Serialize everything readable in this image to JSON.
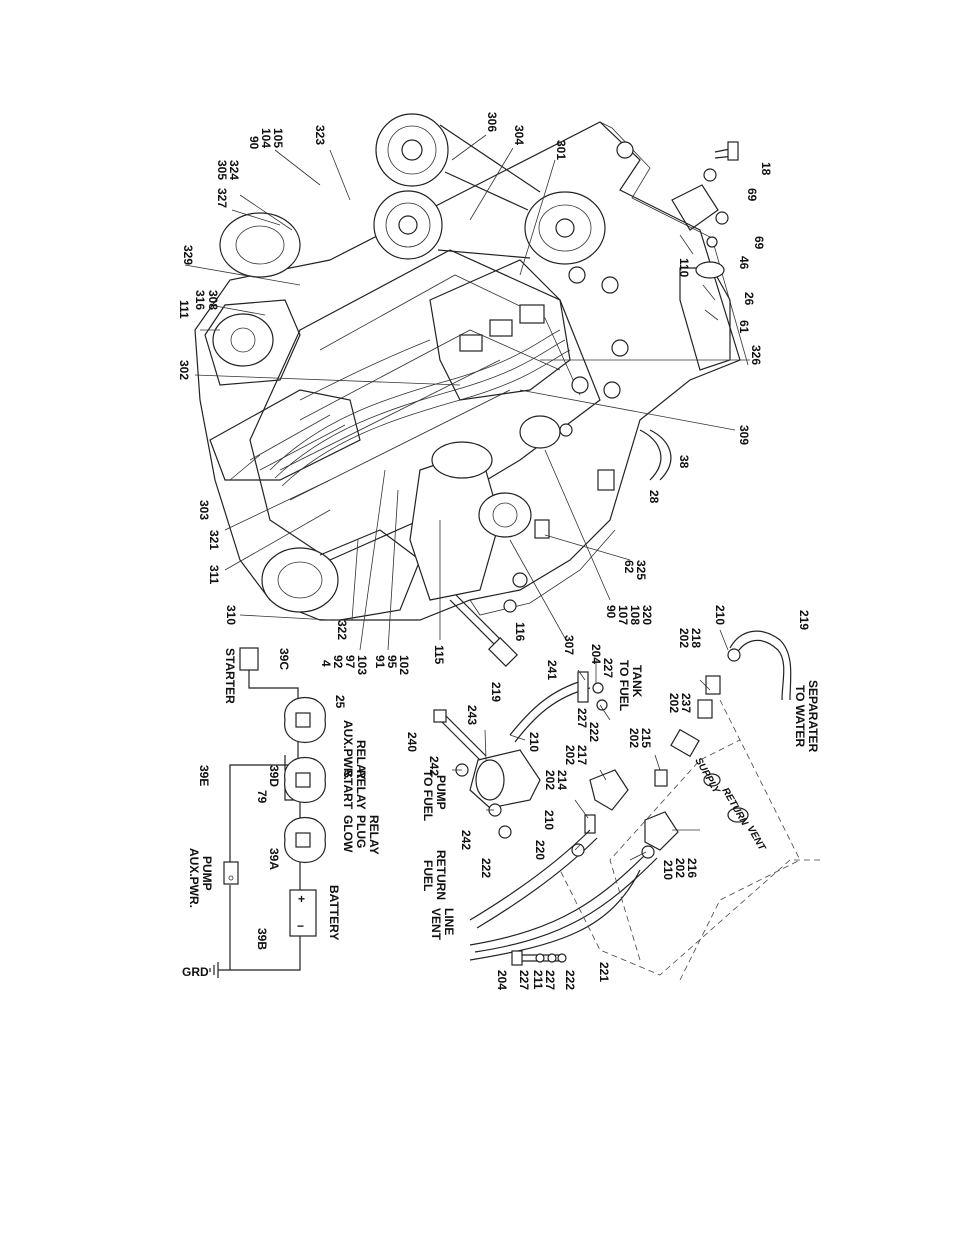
{
  "engine_callouts": {
    "c306": "306",
    "c304": "304",
    "c301": "301",
    "c90a": "90",
    "c104": "104",
    "c105": "105",
    "c323": "323",
    "c305": "305",
    "c324": "324",
    "c327": "327",
    "c18": "18",
    "c69a": "69",
    "c69b": "69",
    "c46": "46",
    "c110": "110",
    "c26": "26",
    "c61": "61",
    "c329": "329",
    "c111": "111",
    "c316": "316",
    "c308": "308",
    "c302": "302",
    "c326": "326",
    "c309": "309",
    "c38": "38",
    "c28": "28",
    "c62": "62",
    "c325": "325",
    "c303": "303",
    "c321": "321",
    "c311": "311",
    "c310": "310",
    "c322": "322",
    "c4": "4",
    "c92": "92",
    "c97": "97",
    "c103": "103",
    "c91": "91",
    "c95": "95",
    "c102": "102",
    "c115": "115",
    "c116": "116",
    "c307": "307",
    "c90b": "90",
    "c107": "107",
    "c108": "108",
    "c320": "320"
  },
  "fuel_callouts": {
    "c241": "241",
    "c204a": "204",
    "c227a": "227",
    "c219a": "219",
    "c243": "243",
    "c240": "240",
    "c210a": "210",
    "c227b": "227",
    "c222a": "222",
    "c202a": "202",
    "c237": "237",
    "c202b": "202",
    "c218": "218",
    "c210b": "210",
    "c219b": "219",
    "c242a": "242",
    "c202c": "202",
    "c217": "217",
    "c202d": "202",
    "c215": "215",
    "c202e": "202",
    "c214": "214",
    "c210c": "210",
    "c242b": "242",
    "c222b": "222",
    "c220": "220",
    "c210d": "210",
    "c202f": "202",
    "c216": "216",
    "c204b": "204",
    "c227c": "227",
    "c211": "211",
    "c227d": "227",
    "c222c": "222",
    "c221": "221"
  },
  "fuel_labels": {
    "to_fuel_tank": [
      "TO FUEL",
      "TANK"
    ],
    "to_fuel_pump": [
      "TO FUEL",
      "PUMP"
    ],
    "fuel_return": [
      "FUEL",
      "RETURN"
    ],
    "vent_line": [
      "VENT",
      "LINE"
    ],
    "to_water_separator": [
      "TO WATER",
      "SEPARATER"
    ],
    "supply": "SUPPLY",
    "return": "RETURN",
    "vent": "VENT"
  },
  "wiring": {
    "starter": "STARTER",
    "aux_pwr_pump": [
      "AUX.PWR.",
      "PUMP"
    ],
    "grd": "GRD",
    "battery": "BATTERY",
    "glow_plug_relay": [
      "GLOW",
      "PLUG",
      "RELAY"
    ],
    "start_relay": [
      "START",
      "RELAY"
    ],
    "aux_pwr_relay": [
      "AUX.PWR.",
      "RELAY"
    ],
    "plus": "+",
    "minus": "−",
    "w39c": "39C",
    "w25": "25",
    "w39e": "39E",
    "w39d": "39D",
    "w79": "79",
    "w39a": "39A",
    "w39b": "39B"
  }
}
